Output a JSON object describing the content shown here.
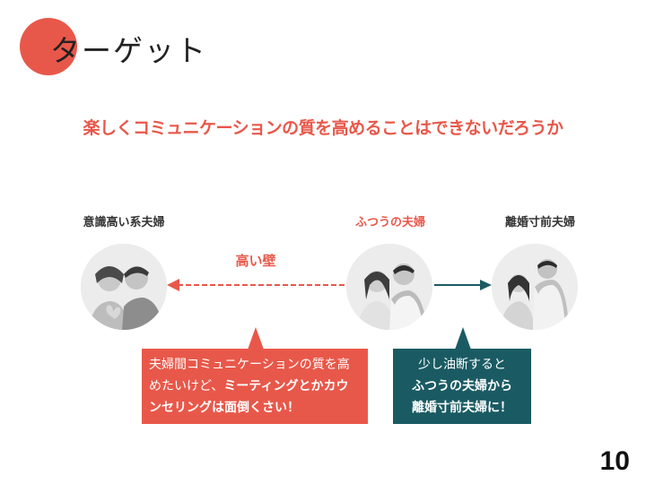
{
  "slide": {
    "title": "ターゲット",
    "headline": "楽しくコミュニケーションの質を高めることはできないだろうか",
    "page_number": "10"
  },
  "couples": [
    {
      "label": "意識高い系夫婦"
    },
    {
      "label": "ふつうの夫婦"
    },
    {
      "label": "離婚寸前夫婦"
    }
  ],
  "wall_label": "高い壁",
  "callouts": {
    "left": {
      "line1": "夫婦間コミュニケーションの質を高",
      "line2_plain": "めたいけど、",
      "line2_bold": "ミーティングとかカウ",
      "line3_bold": "ンセリングは面倒くさい！"
    },
    "right": {
      "line1": "少し油断すると",
      "line2": "ふつうの夫婦から",
      "line3": "離婚寸前夫婦に！"
    }
  },
  "colors": {
    "accent_red": "#e8584a",
    "accent_teal": "#1a5b63",
    "text_dark": "#333333"
  }
}
